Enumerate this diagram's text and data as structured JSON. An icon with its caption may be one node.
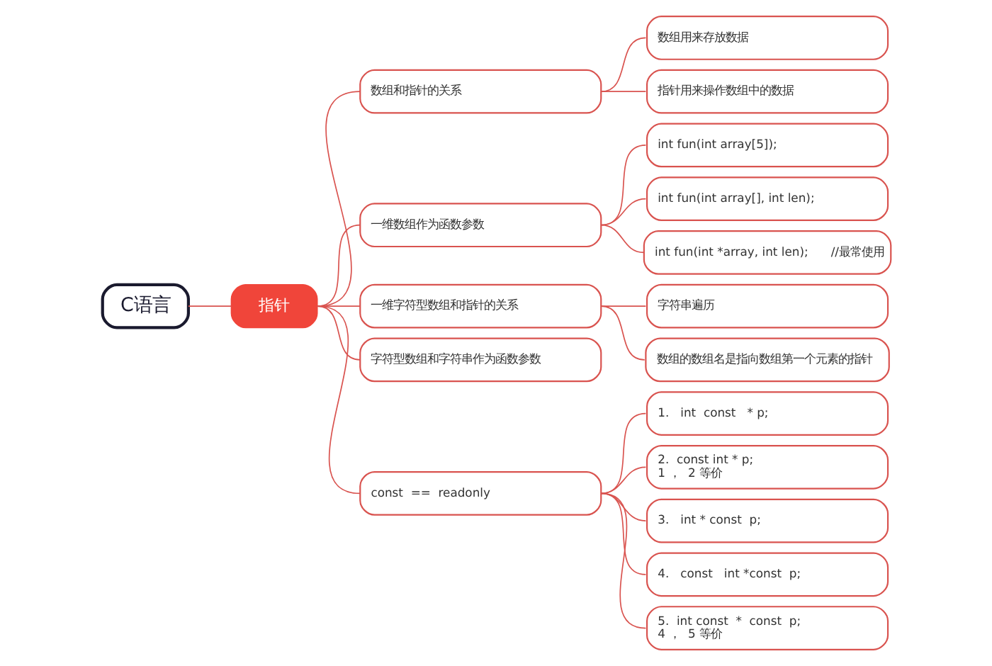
{
  "diagram": {
    "nodes": [
      {
        "text": [
          "C语言"
        ]
      },
      {
        "text": [
          "指针"
        ]
      },
      {
        "text": [
          "数组和指针的关系"
        ]
      },
      {
        "text": [
          "数组用来存放数据"
        ]
      },
      {
        "text": [
          "指针用来操作数组中的数据"
        ]
      },
      {
        "text": [
          "一维数组作为函数参数"
        ]
      },
      {
        "text": [
          "int fun(int array[5]);"
        ]
      },
      {
        "text": [
          "int fun(int array[], int len);"
        ]
      },
      {
        "text": [
          "int fun(int *array, int len);      //最常使用"
        ]
      },
      {
        "text": [
          "一维字符型数组和指针的关系"
        ]
      },
      {
        "text": [
          "字符串遍历"
        ]
      },
      {
        "text": [
          "数组的数组名是指向数组第一个元素的指针"
        ]
      },
      {
        "text": [
          "字符型数组和字符串作为函数参数"
        ]
      },
      {
        "text": [
          "const  ==  readonly"
        ]
      },
      {
        "text": [
          "1.   int  const   * p;"
        ]
      },
      {
        "text": [
          "2.  const int * p;",
          "1 ，  2 等价"
        ]
      },
      {
        "text": [
          "3.   int * const  p;"
        ]
      },
      {
        "text": [
          "4.   const   int *const  p;"
        ]
      },
      {
        "text": [
          "5.  int const  *  const  p;",
          "4 ，  5 等价"
        ]
      }
    ],
    "edges": [
      {
        "from": 0,
        "to": 1,
        "arrow": "none"
      },
      {
        "from": 1,
        "to": 2,
        "arrow": "none"
      },
      {
        "from": 1,
        "to": 5,
        "arrow": "none"
      },
      {
        "from": 1,
        "to": 9,
        "arrow": "none"
      },
      {
        "from": 1,
        "to": 12,
        "arrow": "none"
      },
      {
        "from": 1,
        "to": 13,
        "arrow": "none"
      },
      {
        "from": 2,
        "to": 3,
        "arrow": "none"
      },
      {
        "from": 2,
        "to": 4,
        "arrow": "none"
      },
      {
        "from": 5,
        "to": 6,
        "arrow": "none"
      },
      {
        "from": 5,
        "to": 7,
        "arrow": "none"
      },
      {
        "from": 5,
        "to": 8,
        "arrow": "none"
      },
      {
        "from": 9,
        "to": 10,
        "arrow": "none"
      },
      {
        "from": 9,
        "to": 11,
        "arrow": "none"
      },
      {
        "from": 13,
        "to": 14,
        "arrow": "none"
      },
      {
        "from": 13,
        "to": 15,
        "arrow": "none"
      },
      {
        "from": 13,
        "to": 16,
        "arrow": "none"
      },
      {
        "from": 13,
        "to": 17,
        "arrow": "none"
      },
      {
        "from": 13,
        "to": 18,
        "arrow": "none"
      }
    ]
  }
}
